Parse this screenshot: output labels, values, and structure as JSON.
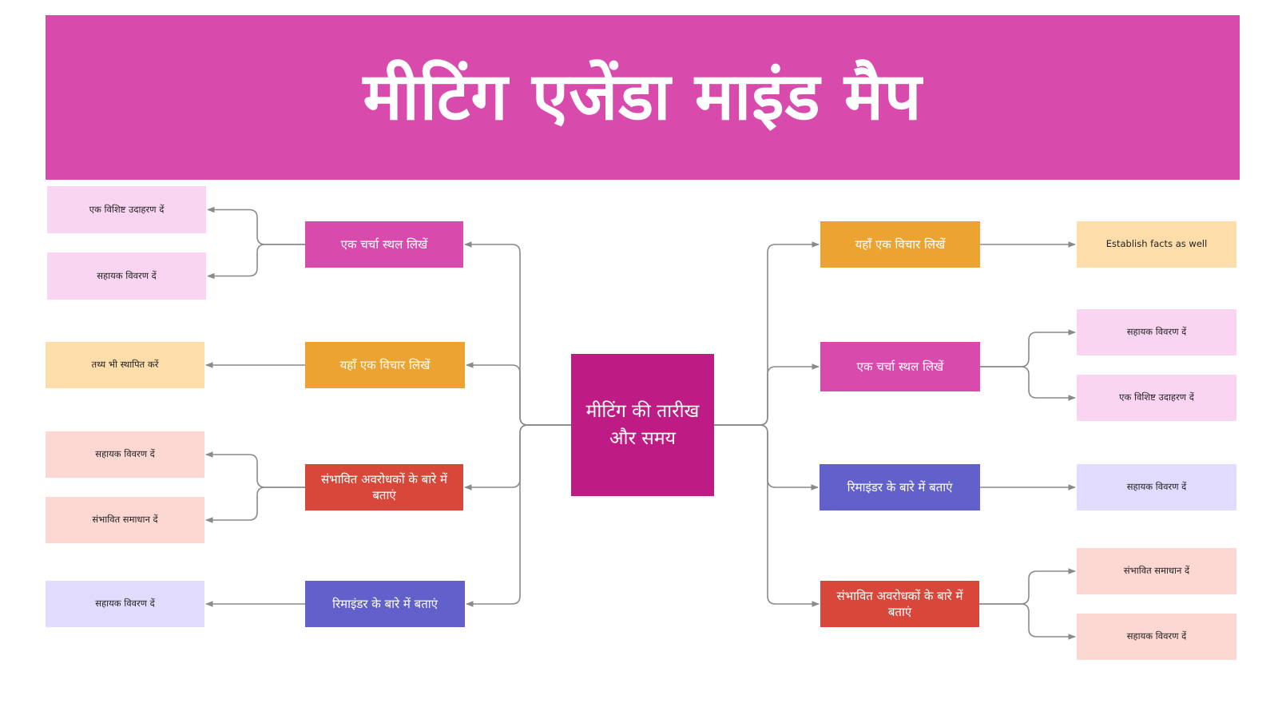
{
  "title": "मीटिंग एजेंडा माइंड मैप",
  "colors": {
    "banner": "#d84bad",
    "center": "#be1b84",
    "magenta": "#d84bad",
    "orange": "#eda331",
    "red": "#d9473b",
    "indigo": "#6261cc",
    "pink_light": "#f9d5f1",
    "peach_light": "#fddeab",
    "rose_light": "#fdd8d3",
    "lavender_light": "#e1dcfd",
    "connector": "#8a8a8a"
  },
  "center": {
    "text": "मीटिंग की तारीख और समय"
  },
  "left": [
    {
      "text": "एक चर्चा स्थल लिखें",
      "color": "#d84bad",
      "children": [
        {
          "text": "एक विशिष्ट उदाहरण दें",
          "color": "#f9d5f1"
        },
        {
          "text": "सहायक विवरण दें",
          "color": "#f9d5f1"
        }
      ]
    },
    {
      "text": "यहाँ एक विचार लिखें",
      "color": "#eda331",
      "children": [
        {
          "text": "तथ्य भी स्थापित करें",
          "color": "#fddeab"
        }
      ]
    },
    {
      "text": "संभावित अवरोधकों के बारे में बताएं",
      "color": "#d9473b",
      "children": [
        {
          "text": "सहायक विवरण दें",
          "color": "#fdd8d3"
        },
        {
          "text": "संभावित समाधान दें",
          "color": "#fdd8d3"
        }
      ]
    },
    {
      "text": "रिमाइंडर के बारे में बताएं",
      "color": "#6261cc",
      "children": [
        {
          "text": "सहायक विवरण दें",
          "color": "#e1dcfd"
        }
      ]
    }
  ],
  "right": [
    {
      "text": "यहाँ एक विचार लिखें",
      "color": "#eda331",
      "children": [
        {
          "text": "Establish facts as well",
          "color": "#fddeab"
        }
      ]
    },
    {
      "text": "एक चर्चा स्थल लिखें",
      "color": "#d84bad",
      "children": [
        {
          "text": "सहायक विवरण दें",
          "color": "#f9d5f1"
        },
        {
          "text": "एक विशिष्ट उदाहरण दें",
          "color": "#f9d5f1"
        }
      ]
    },
    {
      "text": "रिमाइंडर के बारे में बताएं",
      "color": "#6261cc",
      "children": [
        {
          "text": "सहायक विवरण दें",
          "color": "#e1dcfd"
        }
      ]
    },
    {
      "text": "संभावित अवरोधकों के बारे में बताएं",
      "color": "#d9473b",
      "children": [
        {
          "text": "संभावित समाधान दें",
          "color": "#fdd8d3"
        },
        {
          "text": "सहायक विवरण दें",
          "color": "#fdd8d3"
        }
      ]
    }
  ]
}
